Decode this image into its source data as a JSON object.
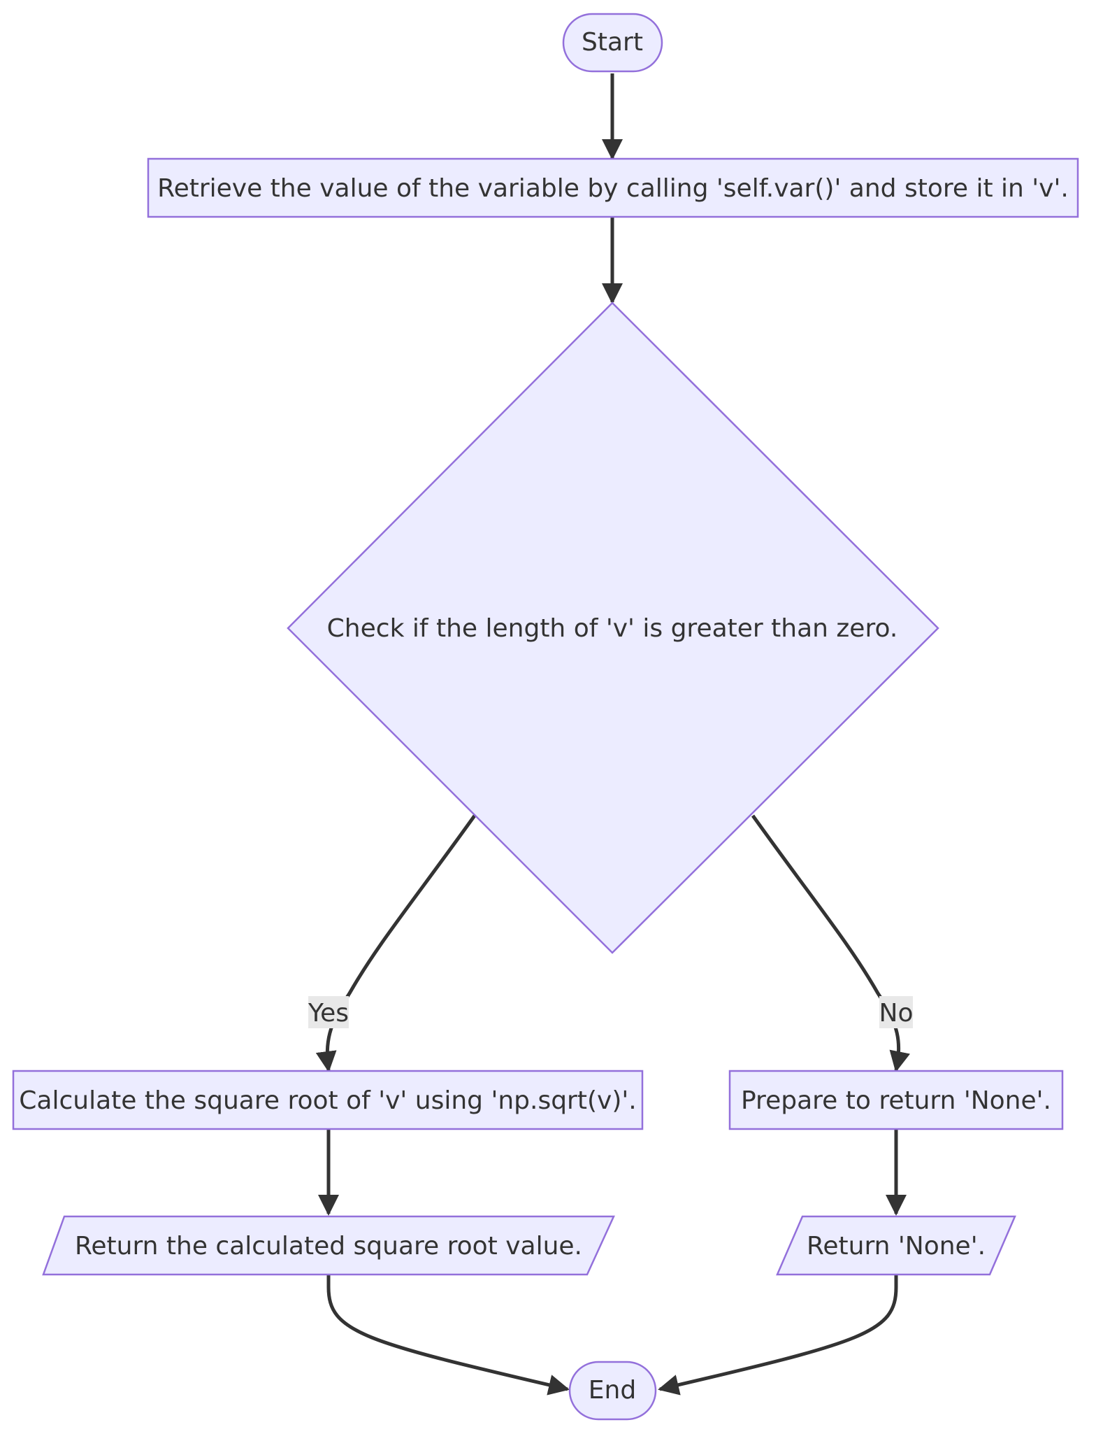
{
  "nodes": {
    "start": "Start",
    "retrieve": "Retrieve the value of the variable by calling 'self.var()' and store it in 'v'.",
    "check": "Check if the length of 'v' is greater than zero.",
    "calc": "Calculate the square root of 'v' using 'np.sqrt(v)'.",
    "prepare": "Prepare to return 'None'.",
    "return_value": "Return the calculated square root value.",
    "return_none": "Return 'None'.",
    "end": "End"
  },
  "edges": {
    "yes_label": "Yes",
    "no_label": "No"
  },
  "colors": {
    "node_fill": "#ececff",
    "node_stroke": "#9370db",
    "edge": "#333333",
    "edge_label_bg": "#e8e8e8",
    "text": "#333333"
  }
}
